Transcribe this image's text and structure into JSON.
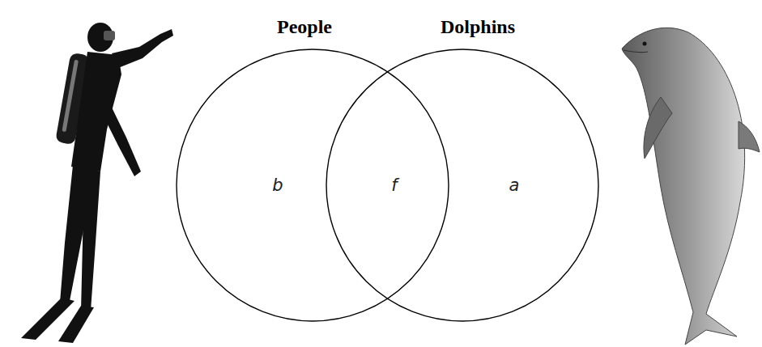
{
  "diagram": {
    "nodes": [
      {
        "text": [
          "People",
          "b"
        ]
      },
      {
        "text": [
          "Dolphins",
          "a"
        ]
      }
    ],
    "labels": [
      "f"
    ]
  }
}
